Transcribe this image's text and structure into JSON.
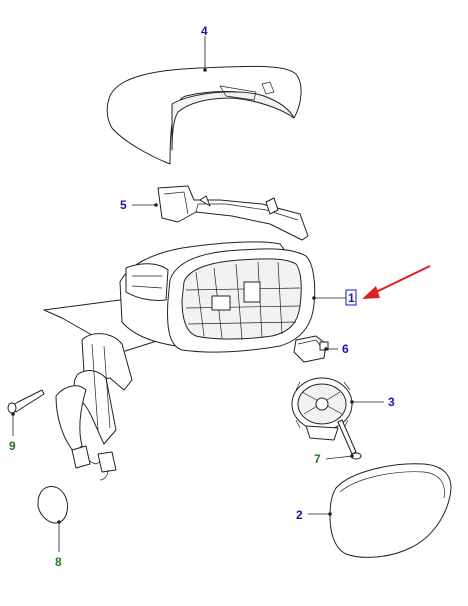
{
  "callouts": {
    "c1": "1",
    "c2": "2",
    "c3": "3",
    "c4": "4",
    "c5": "5",
    "c6": "6",
    "c7": "7",
    "c8": "8",
    "c9": "9"
  },
  "colors": {
    "callout_blue": "#1a1aa8",
    "callout_green": "#1f7a1f",
    "highlight_arrow": "#e02020",
    "line_art": "#222222"
  }
}
